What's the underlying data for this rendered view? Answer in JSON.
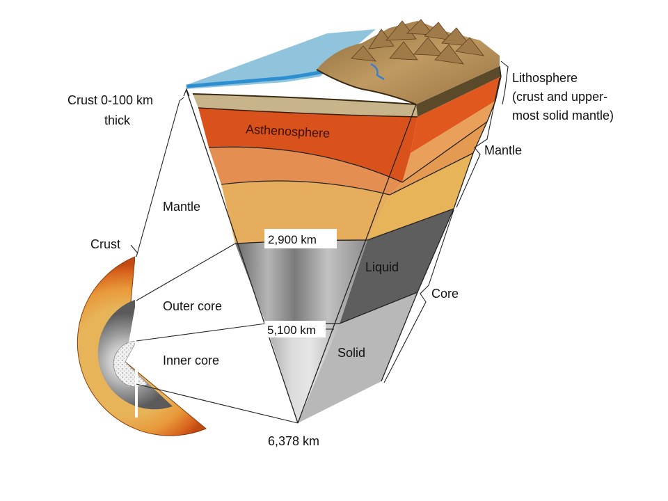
{
  "labels": {
    "crust_thickness_line1": "Crust 0-100 km",
    "crust_thickness_line2": "thick",
    "lithosphere_line1": "Lithosphere",
    "lithosphere_line2": "(crust and upper-",
    "lithosphere_line3": "most solid mantle)",
    "asthenosphere": "Asthenosphere",
    "mantle_right": "Mantle",
    "mantle_left": "Mantle",
    "crust_left": "Crust",
    "depth_2900": "2,900 km",
    "depth_5100": "5,100 km",
    "depth_6378": "6,378 km",
    "liquid": "Liquid",
    "solid": "Solid",
    "core_right": "Core",
    "outer_core": "Outer core",
    "inner_core": "Inner core"
  },
  "colors": {
    "ocean": "#8fc4dc",
    "ocean_edge": "#2d8ed0",
    "land": "#b48a55",
    "land_side": "#7a6a42",
    "crust_dark": "#5a4a2a",
    "upper_mantle_band": "#c8b890",
    "asthenosphere": "#d8521a",
    "mantle_upper": "#e89a5a",
    "mantle_mid": "#e0a868",
    "mantle_lower": "#e8b45a",
    "outer_core": "#9a9a9a",
    "inner_core": "#c8c8c8",
    "river": "#3a7ed0"
  }
}
